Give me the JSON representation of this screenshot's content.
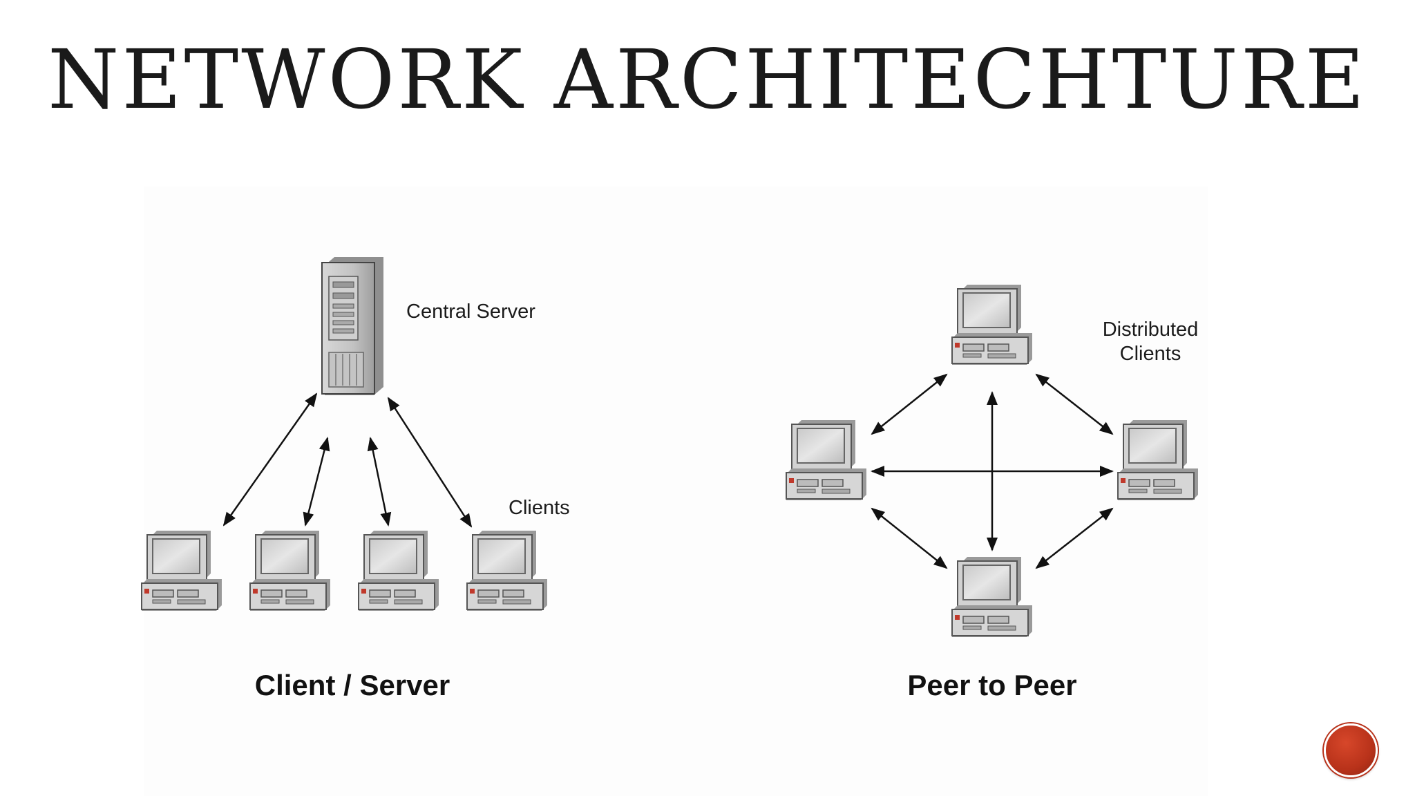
{
  "slide": {
    "title": "NETWORK ARCHITECHTURE"
  },
  "client_server": {
    "server_label": "Central Server",
    "clients_label": "Clients",
    "caption": "Client / Server"
  },
  "peer_to_peer": {
    "clients_label_line1": "Distributed",
    "clients_label_line2": "Clients",
    "caption": "Peer to Peer"
  },
  "nav": {
    "button_icon": "next-slide-icon",
    "accent_color": "#b8321a"
  }
}
